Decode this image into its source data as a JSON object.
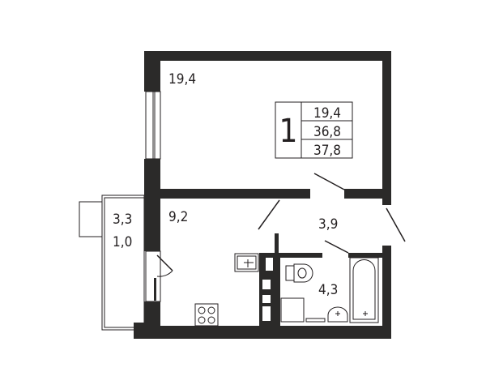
{
  "rooms": {
    "living_room": {
      "area": "19,4"
    },
    "kitchen": {
      "area": "9,2"
    },
    "balcony": {
      "area": "3,3",
      "reduced_area": "1,0"
    },
    "hallway": {
      "area": "3,9"
    },
    "bathroom": {
      "area": "4,3"
    }
  },
  "summary": {
    "rooms_count": "1",
    "living_area": "19,4",
    "total_area": "36,8",
    "total_area_with_balcony": "37,8"
  },
  "colors": {
    "wall": "#2b2a29",
    "line": "#231f20",
    "background": "#ffffff"
  }
}
